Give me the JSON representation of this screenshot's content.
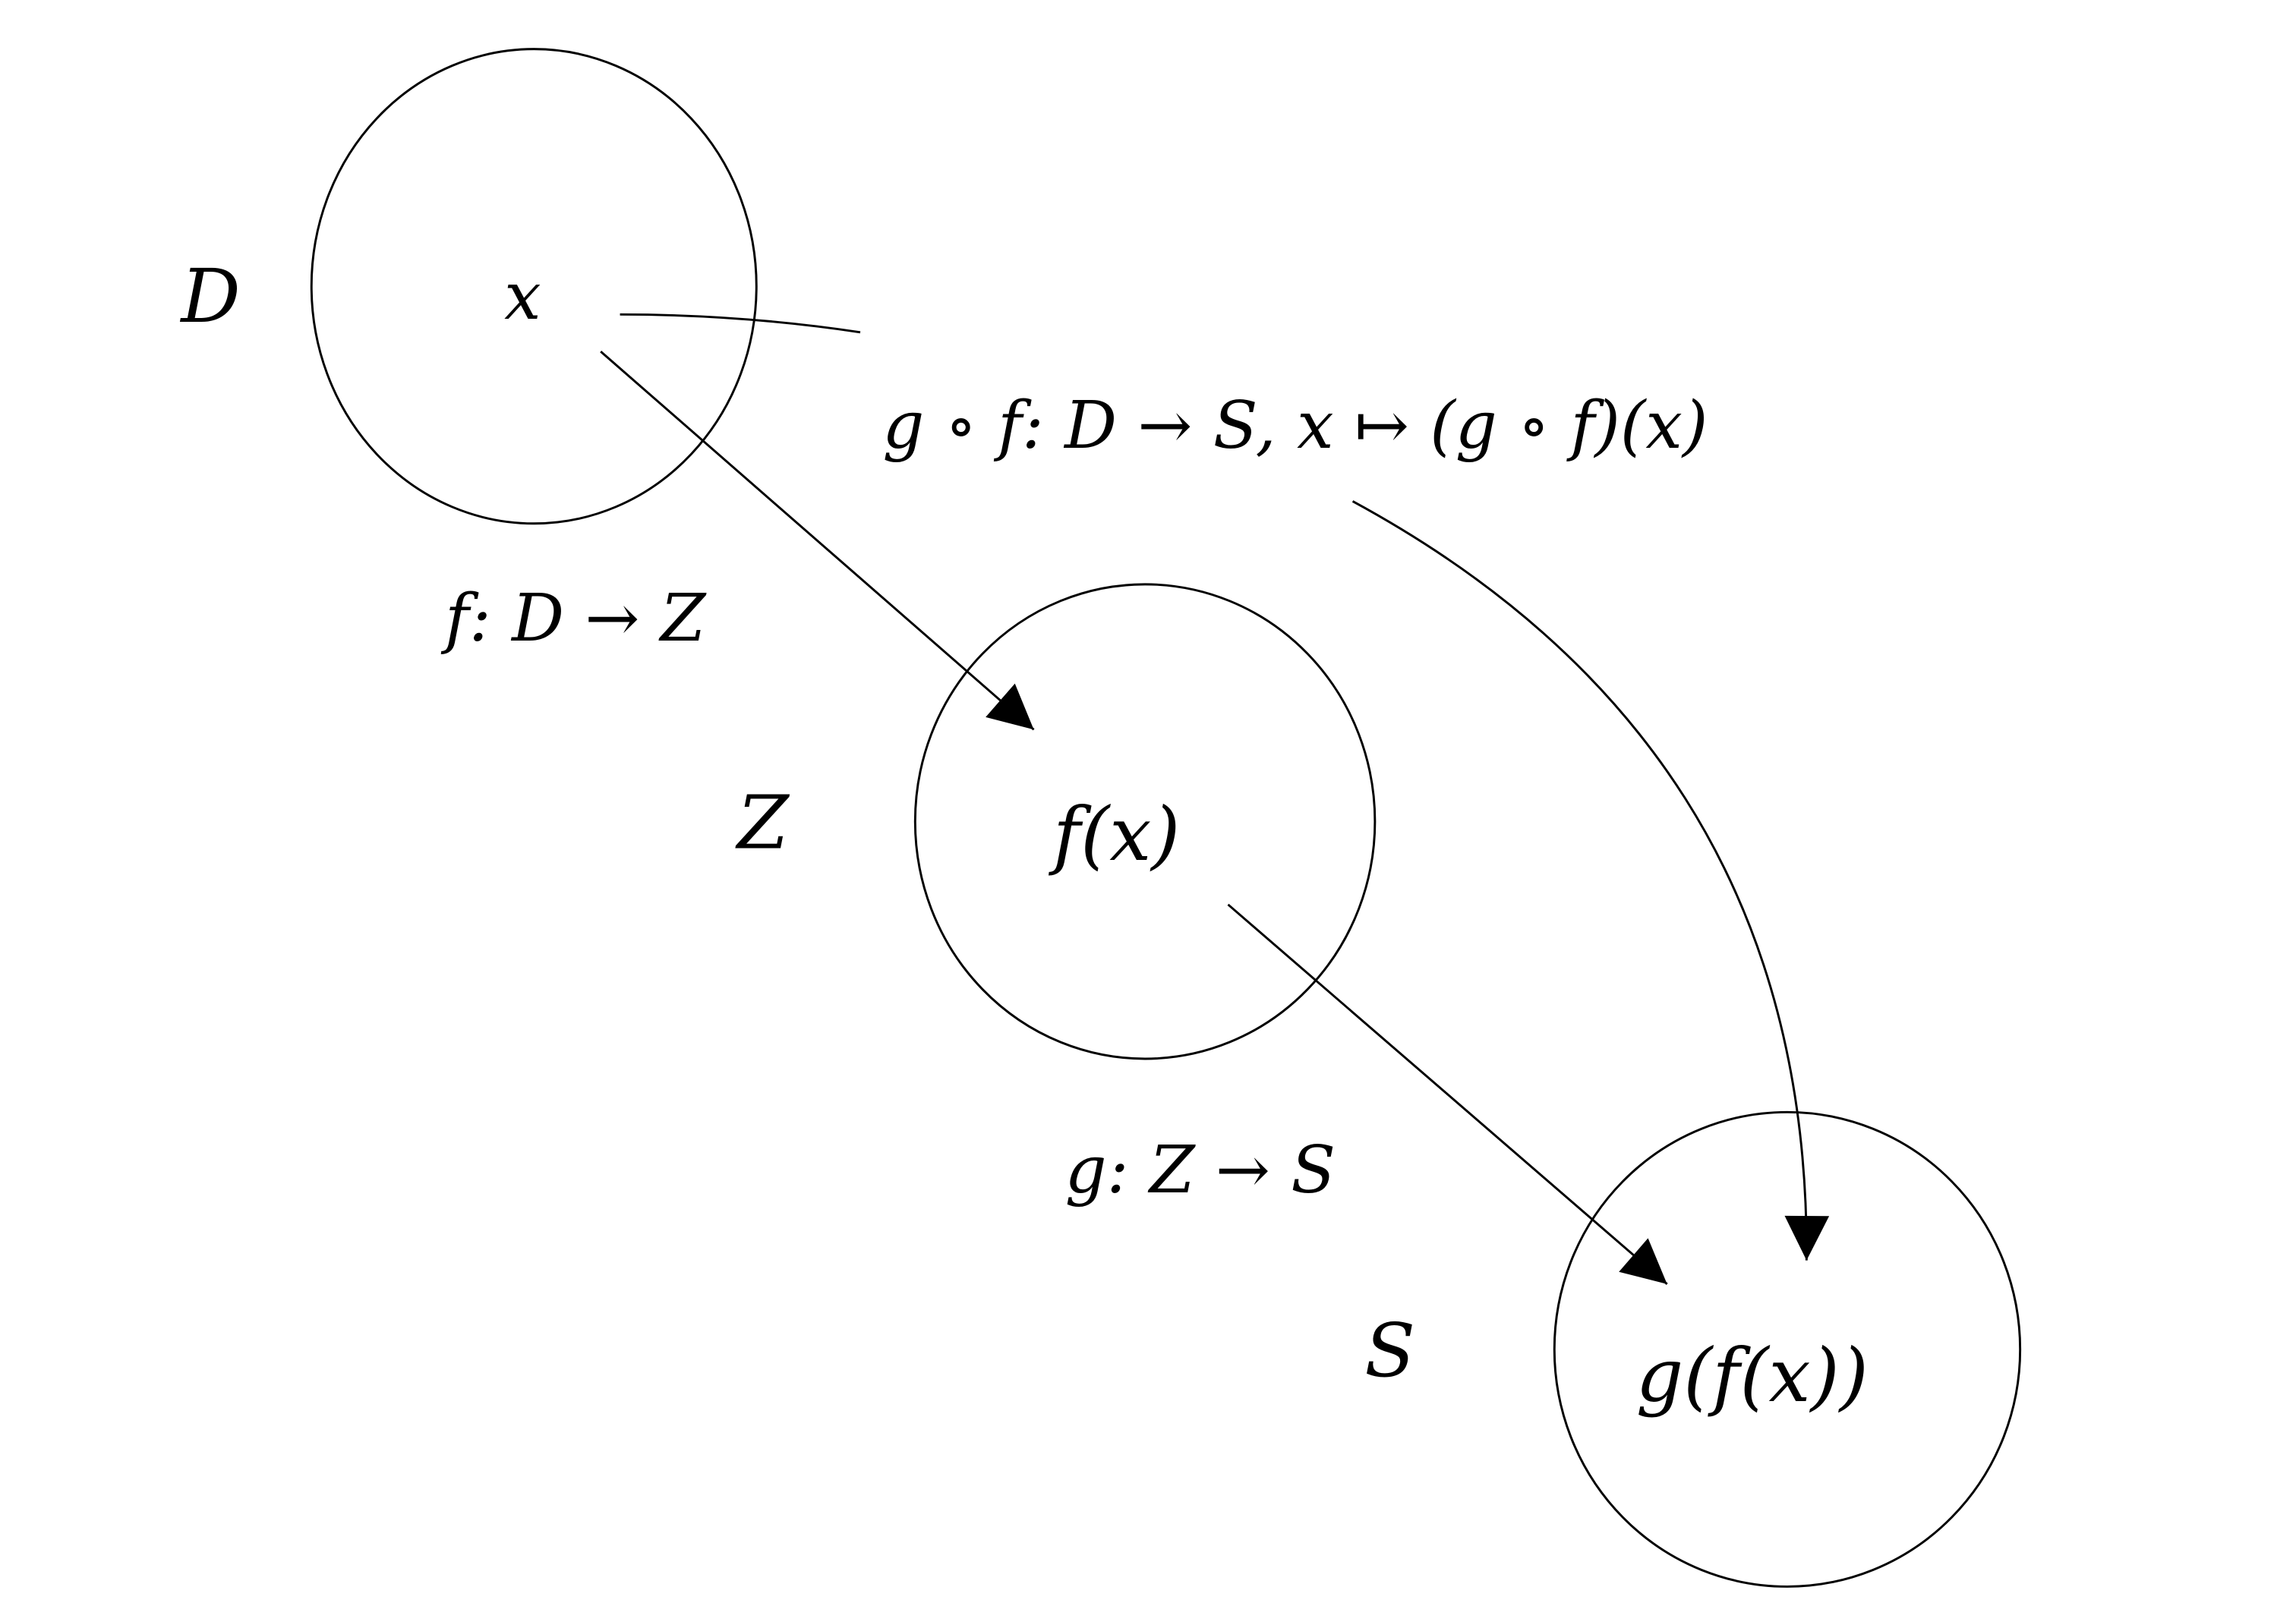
{
  "sets": [
    {
      "name": "D",
      "element": "x"
    },
    {
      "name": "Z",
      "element": "f(x)"
    },
    {
      "name": "S",
      "element": "g(f(x))"
    }
  ],
  "maps": {
    "f": "f: D → Z",
    "g": "g: Z → S",
    "composite": "g ∘ f: D → S, x ↦ (g ∘ f)(x)"
  }
}
